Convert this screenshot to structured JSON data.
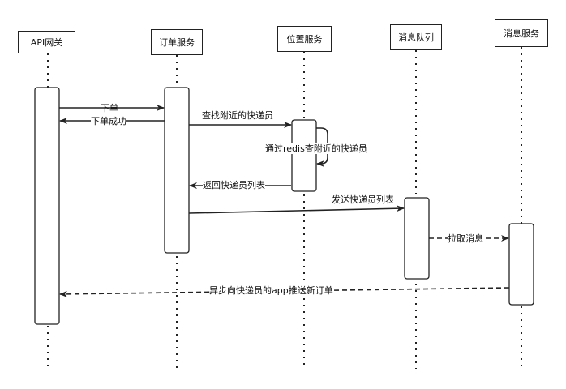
{
  "participants": [
    {
      "id": "api",
      "label": "API网关"
    },
    {
      "id": "order",
      "label": "订单服务"
    },
    {
      "id": "location",
      "label": "位置服务"
    },
    {
      "id": "mq",
      "label": "消息队列"
    },
    {
      "id": "msg",
      "label": "消息服务"
    }
  ],
  "messages": [
    {
      "id": "m1",
      "text": "下单"
    },
    {
      "id": "m2",
      "text": "下单成功"
    },
    {
      "id": "m3",
      "text": "查找附近的快递员"
    },
    {
      "id": "m4",
      "text": "通过redis查附近的快递员"
    },
    {
      "id": "m5",
      "text": "返回快递员列表"
    },
    {
      "id": "m6",
      "text": "发送快递员列表"
    },
    {
      "id": "m7",
      "text": "拉取消息"
    },
    {
      "id": "m8",
      "text": "异步向快递员的app推送新订单"
    }
  ]
}
